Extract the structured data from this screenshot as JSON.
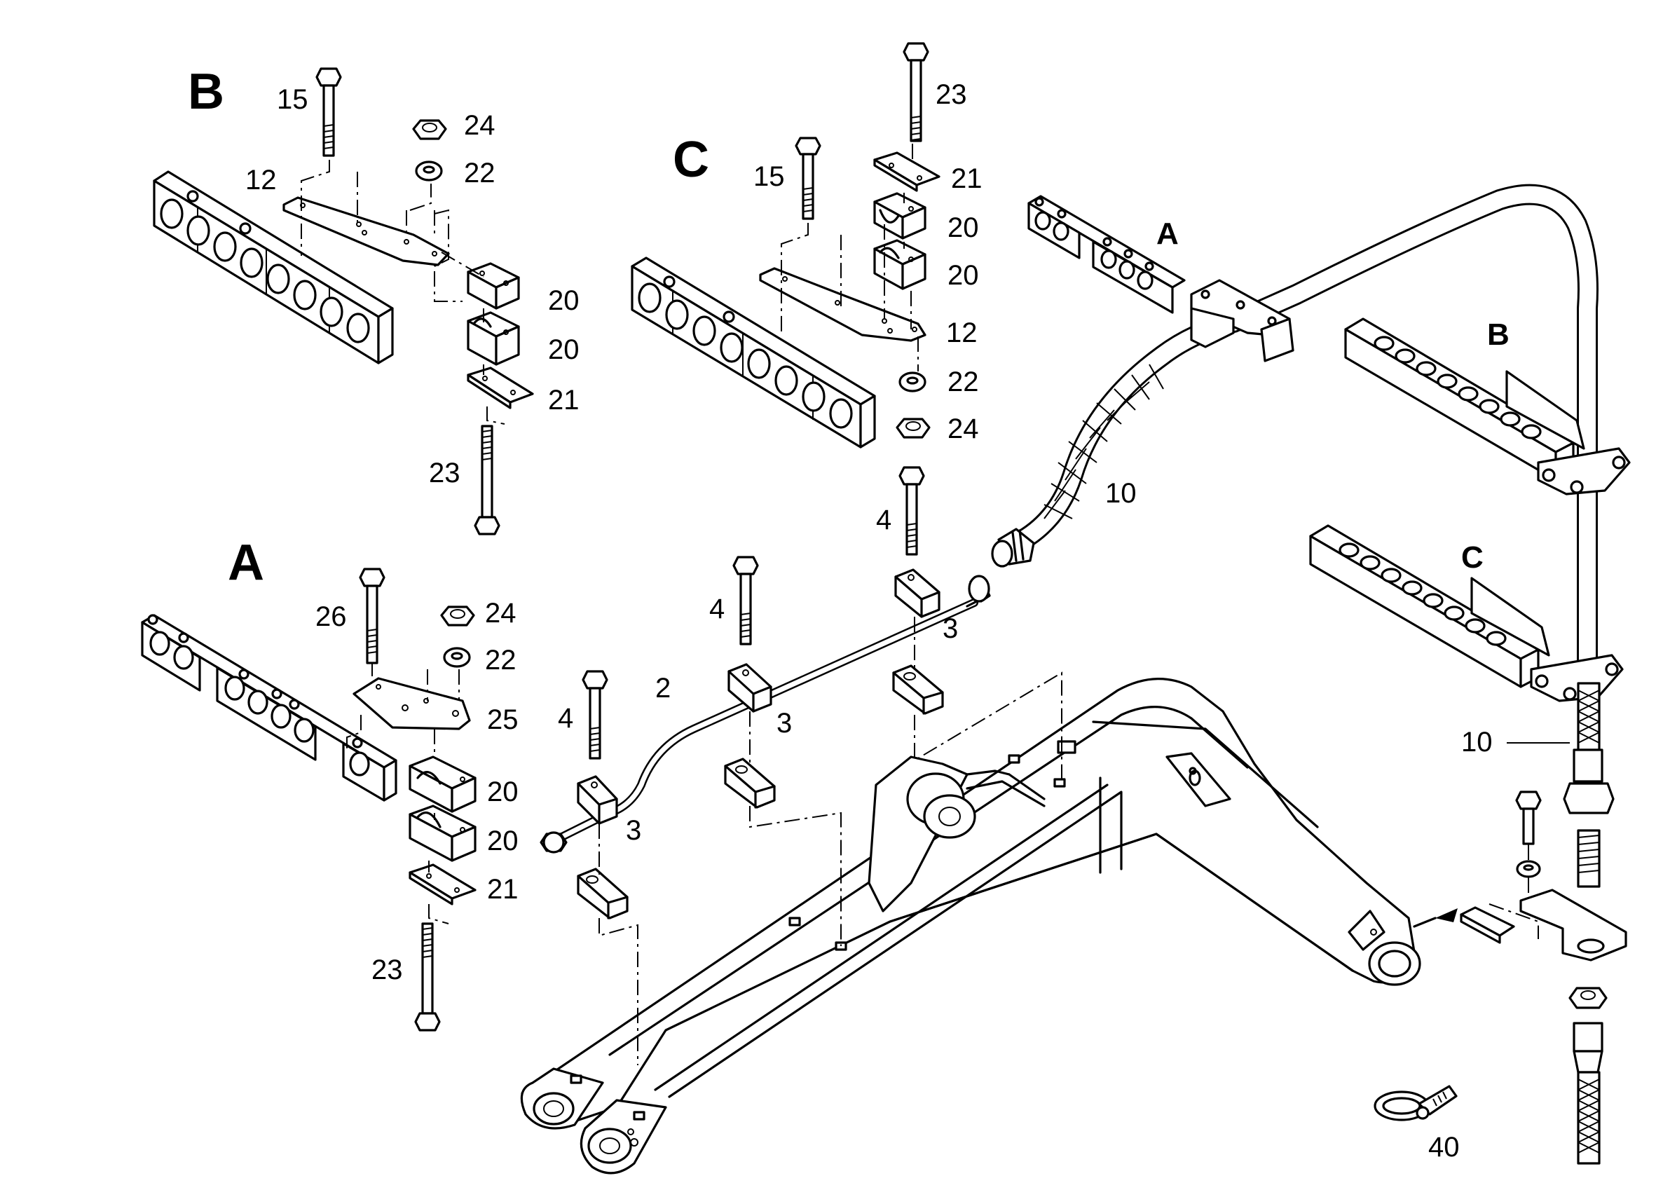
{
  "views": {
    "A": "A",
    "B": "B",
    "C": "C"
  },
  "callouts": {
    "view_B": {
      "bolt": "15",
      "plate": "12",
      "nut": "24",
      "washer": "22",
      "clamp_upper": "20",
      "clamp_lower": "20",
      "cover": "21",
      "stud": "23"
    },
    "view_C": {
      "bolt": "15",
      "stud": "23",
      "cover": "21",
      "clamp_upper": "20",
      "clamp_lower": "20",
      "plate": "12",
      "washer": "22",
      "nut": "24"
    },
    "view_A": {
      "bolt": "26",
      "nut": "24",
      "washer": "22",
      "plate": "25",
      "clamp_upper": "20",
      "clamp_lower": "20",
      "cover": "21",
      "stud": "23"
    },
    "main": {
      "tube": "2",
      "bolt_1": "4",
      "bolt_2": "4",
      "bolt_3": "4",
      "clamp_1": "3",
      "clamp_2": "3",
      "clamp_3": "3",
      "hose_upper": "10",
      "hose_lower": "10",
      "hose_clip": "40"
    }
  },
  "main_view_markers": {
    "A": "A",
    "B": "B",
    "C": "C"
  }
}
